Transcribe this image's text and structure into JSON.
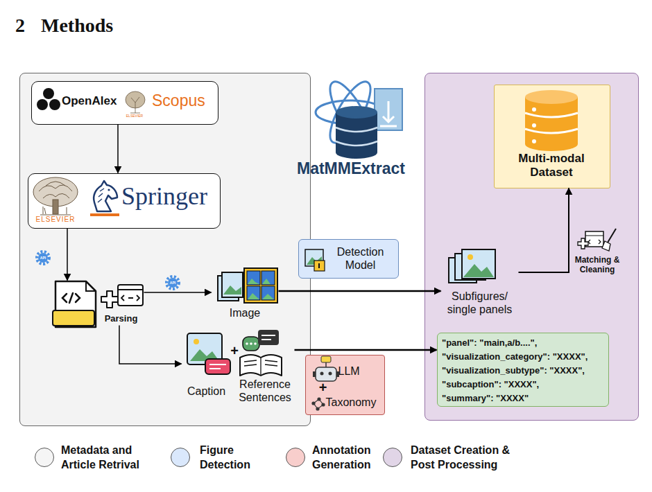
{
  "diagram": {
    "title": "2 Methods",
    "nodes": [
      {
        "text": []
      },
      {
        "text": [
          "OpenAlex",
          "ELSEVIER",
          "Scopus"
        ],
        "in": 0
      },
      {
        "text": [
          "ELSEVIER",
          "Springer"
        ],
        "in": 0
      },
      {
        "text": [
          "XML"
        ],
        "in": 0
      },
      {
        "text": [
          "Parsing"
        ],
        "in": 0
      },
      {
        "text": [
          "Image"
        ],
        "in": 0
      },
      {
        "text": [
          "Caption"
        ],
        "in": 0
      },
      {
        "text": [
          "Reference Sentences"
        ],
        "in": 0
      },
      {
        "text": [
          "Detection Model"
        ]
      },
      {
        "text": [
          "LLM",
          "+",
          "Taxonomy"
        ]
      },
      {
        "text": []
      },
      {
        "text": [
          "Multi-modal Dataset"
        ],
        "in": 10
      },
      {
        "text": [
          "Subfigures/ single panels"
        ],
        "in": 10
      },
      {
        "text": [
          "\"panel\": \"main,a/b....\",",
          "\"visualization_category\": \"XXXX\",",
          "\"visualization_subtype\": \"XXXX\",",
          "\"subcaption\": \"XXXX\",",
          "\"summary\": \"XXXX\""
        ],
        "in": 10
      }
    ],
    "edges": [
      {
        "from": 1,
        "to": 2,
        "arrow": "to"
      },
      {
        "from": 2,
        "to": 3,
        "arrow": "to"
      },
      {
        "from": 4,
        "to": 5,
        "arrow": "to"
      },
      {
        "from": 4,
        "to": 6,
        "arrow": "to"
      },
      {
        "from": 5,
        "to": 12,
        "arrow": "to"
      },
      {
        "from": 7,
        "to": 13,
        "arrow": "to"
      },
      {
        "from": 12,
        "to": 11,
        "label": "Matching & Cleaning",
        "arrow": "to"
      }
    ],
    "labels": [
      "MatMMExtract",
      "API",
      "API",
      "+"
    ],
    "legend": [
      {
        "text": "Metadata and Article Retrival",
        "color": "#f5f5f5"
      },
      {
        "text": "Figure Detection",
        "color": "#dae8fc"
      },
      {
        "text": "Annotation Generation",
        "color": "#f8cecc"
      },
      {
        "text": "Dataset Creation & Post Processing",
        "color": "#e1d5e7"
      }
    ]
  }
}
